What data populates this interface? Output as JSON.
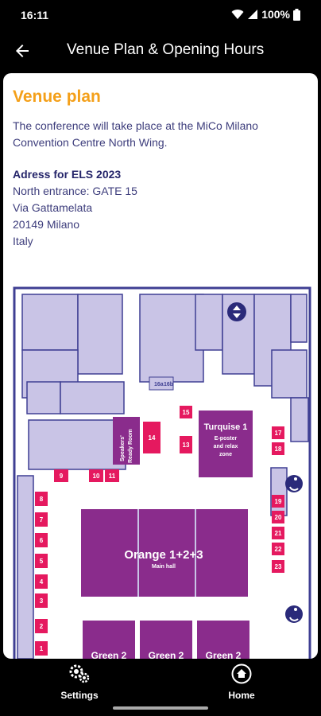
{
  "status": {
    "time": "16:11",
    "battery": "100%"
  },
  "header": {
    "title": "Venue Plan & Opening Hours"
  },
  "venue": {
    "heading": "Venue plan",
    "intro": "The conference will take place at the MiCo Milano Convention Centre North Wing.",
    "address_title": "Adress for ELS 2023",
    "address_lines": [
      "North entrance: GATE 15",
      "Via Gattamelata",
      "20149 Milano",
      "Italy"
    ]
  },
  "map": {
    "labels": {
      "turquise_title": "Turquise 1",
      "turquise_sub1": "E-poster",
      "turquise_sub2": "and relax",
      "turquise_sub3": "zone",
      "orange_title": "Orange 1+2+3",
      "orange_sub": "Main hall",
      "speakers1": "Speakers'",
      "speakers2": "Ready Room",
      "green": "Green 2",
      "r16a": "16a",
      "r16b": "16b"
    },
    "rooms": [
      "1",
      "2",
      "3",
      "4",
      "5",
      "6",
      "7",
      "8",
      "9",
      "10",
      "11",
      "13",
      "14",
      "15",
      "17",
      "18",
      "19",
      "20",
      "21",
      "22",
      "23"
    ],
    "colors": {
      "pink": "#e5195f",
      "purple": "#8a2c8c",
      "lavender": "#c9c4e6",
      "line": "#3f3f93"
    }
  },
  "nav": {
    "settings": "Settings",
    "home": "Home"
  }
}
